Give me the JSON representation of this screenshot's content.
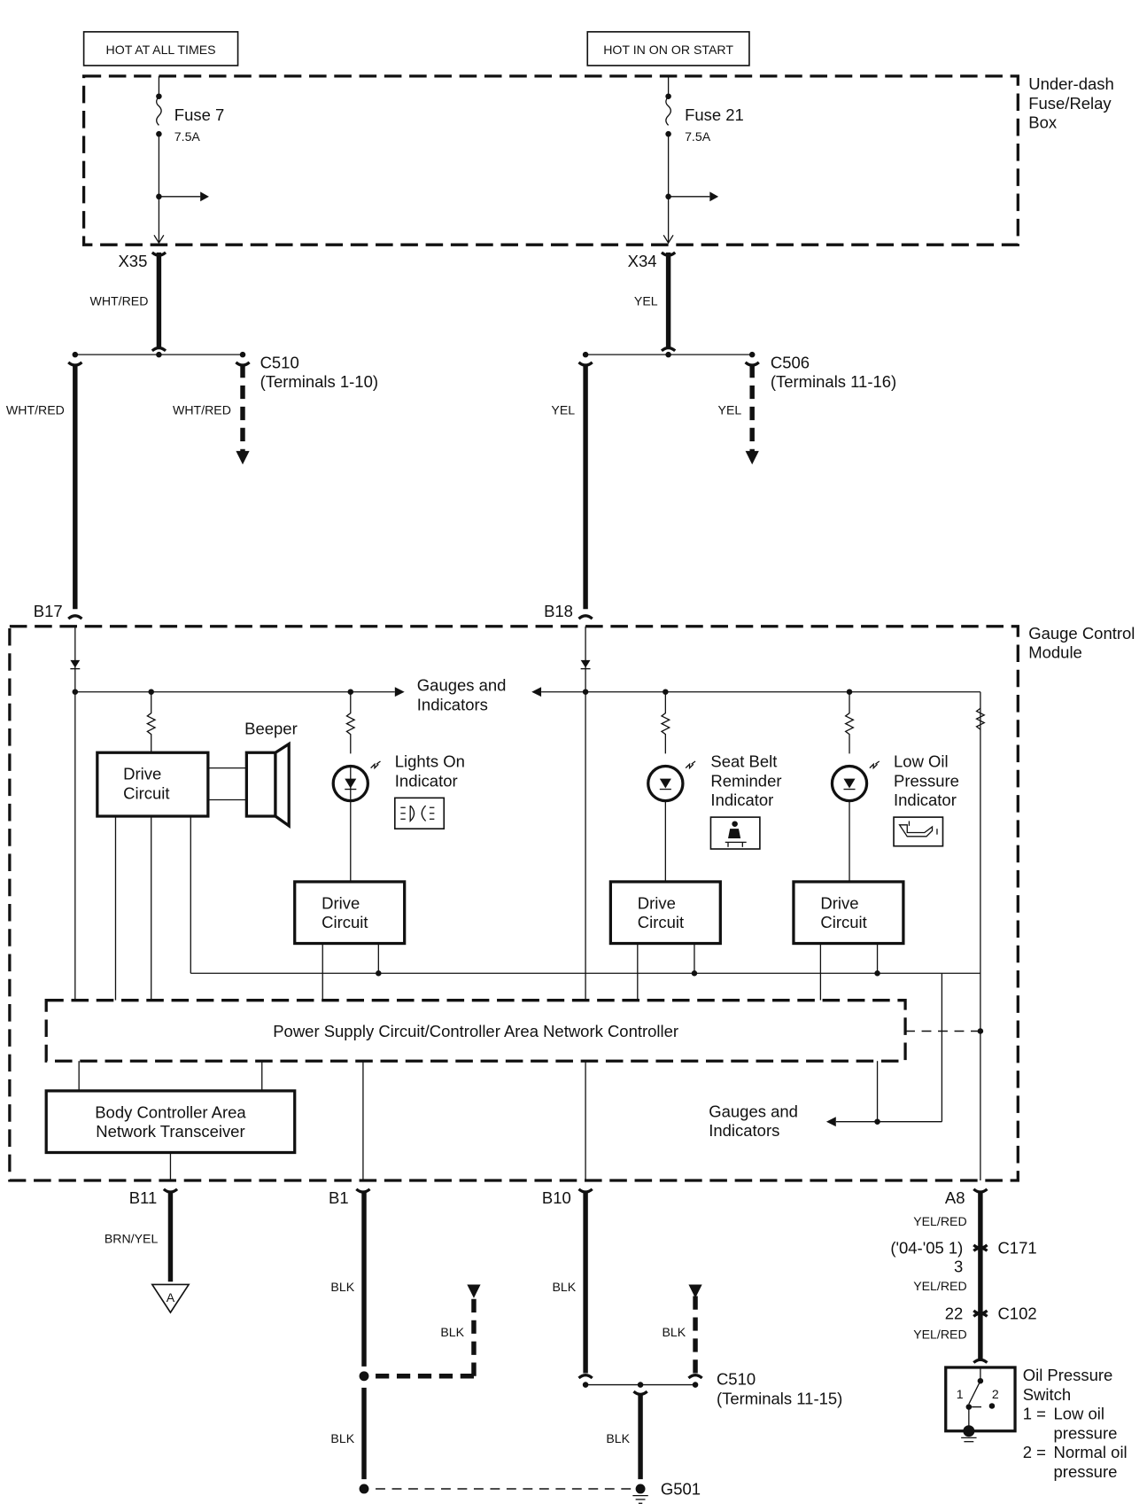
{
  "title": "Gauge Control Module Indicator Circuit Wiring Diagram",
  "power_labels": {
    "left": "HOT AT ALL TIMES",
    "right": "HOT IN ON OR START"
  },
  "fuse_box": {
    "label_lines": [
      "Under-dash",
      "Fuse/Relay",
      "Box"
    ],
    "fuses": [
      {
        "name": "Fuse 7",
        "rating": "7.5A",
        "terminal": "X35"
      },
      {
        "name": "Fuse 21",
        "rating": "7.5A",
        "terminal": "X34"
      }
    ]
  },
  "wires": {
    "wht_red": "WHT/RED",
    "yel": "YEL",
    "brn_yel": "BRN/YEL",
    "blk": "BLK",
    "yel_red": "YEL/RED"
  },
  "connectors": {
    "c510_top": {
      "name": "C510",
      "terminals": "(Terminals 1-10)"
    },
    "c506": {
      "name": "C506",
      "terminals": "(Terminals 11-16)"
    },
    "c510_bottom": {
      "name": "C510",
      "terminals": "(Terminals 11-15)"
    },
    "c171": {
      "name": "C171",
      "pin_note": "('04-'05 1)",
      "pin": "3"
    },
    "c102": {
      "name": "C102",
      "pin": "22"
    }
  },
  "module": {
    "label_lines": [
      "Gauge Control",
      "Module"
    ],
    "input_pins": [
      "B17",
      "B18"
    ],
    "output_pins": [
      "B11",
      "B1",
      "B10",
      "A8"
    ],
    "gauges_label_lines": [
      "Gauges and",
      "Indicators"
    ],
    "beeper": "Beeper",
    "drive_circuit_lines": [
      "Drive",
      "Circuit"
    ],
    "indicators": [
      {
        "lines": [
          "Lights On",
          "Indicator"
        ],
        "icon": "headlight-icon"
      },
      {
        "lines": [
          "Seat Belt",
          "Reminder",
          "Indicator"
        ],
        "icon": "seatbelt-icon"
      },
      {
        "lines": [
          "Low Oil",
          "Pressure",
          "Indicator"
        ],
        "icon": "oil-can-icon"
      }
    ],
    "power_supply": "Power Supply Circuit/Controller Area Network Controller",
    "transceiver_lines": [
      "Body Controller Area",
      "Network Transceiver"
    ]
  },
  "ground": {
    "name": "G501",
    "ref_symbol": "A"
  },
  "oil_switch": {
    "label_lines": [
      "Oil Pressure",
      "Switch"
    ],
    "pos1": "1",
    "pos2": "2",
    "legend": [
      {
        "key": "1 =",
        "lines": [
          "Low oil",
          "pressure"
        ]
      },
      {
        "key": "2 =",
        "lines": [
          "Normal oil",
          "pressure"
        ]
      }
    ]
  }
}
